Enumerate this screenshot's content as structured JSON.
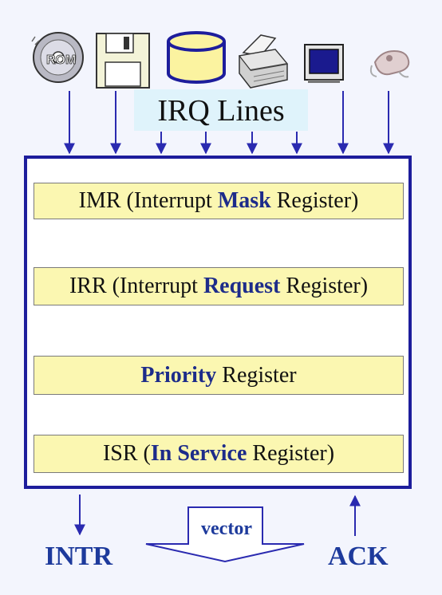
{
  "title": "IRQ Lines",
  "devices": [
    {
      "icon": "cd-rom-icon",
      "label": "ROM"
    },
    {
      "icon": "floppy-disk-icon"
    },
    {
      "icon": "disk-cylinder-icon"
    },
    {
      "icon": "printer-icon"
    },
    {
      "icon": "monitor-icon"
    },
    {
      "icon": "mouse-icon"
    }
  ],
  "registers": {
    "imr": {
      "pre": "IMR (Interrupt ",
      "key": "Mask",
      "post": " Register)"
    },
    "irr": {
      "pre": "IRR (Interrupt ",
      "key": "Request",
      "post": " Register)"
    },
    "priority": {
      "pre": "",
      "key": "Priority",
      "post": " Register"
    },
    "isr": {
      "pre": "ISR (",
      "key": "In Service",
      "post": " Register)"
    }
  },
  "outputs": {
    "intr": "INTR",
    "ack": "ACK",
    "vector": "vector"
  },
  "colors": {
    "background": "#f3f5fd",
    "frame": "#1d1d9c",
    "arrow": "#2a2ab0",
    "register_fill": "#fbf7b1",
    "keyword": "#1d2c8a",
    "label_highlight": "#dff3fb"
  }
}
